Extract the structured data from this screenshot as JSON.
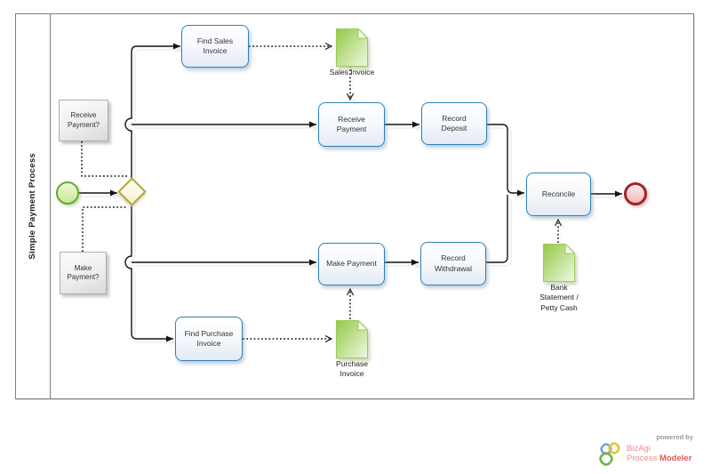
{
  "pool": {
    "title": "Simple Payment Process"
  },
  "annotations": {
    "receive": {
      "label": "Receive\nPayment?"
    },
    "make": {
      "label": "Make\nPayment?"
    }
  },
  "tasks": {
    "find_sales": {
      "label": "Find Sales\nInvoice"
    },
    "receive_payment": {
      "label": "Receive\nPayment"
    },
    "record_deposit": {
      "label": "Record\nDeposit"
    },
    "make_payment": {
      "label": "Make Payment"
    },
    "record_withdrawal": {
      "label": "Record\nWithdrawal"
    },
    "find_purchase": {
      "label": "Find Purchase\nInvoice"
    },
    "reconcile": {
      "label": "Reconcile"
    }
  },
  "documents": {
    "sales_invoice": {
      "label": "Sales Invoice"
    },
    "purchase_invoice": {
      "label": "Purchase\nInvoice"
    },
    "bank_statement": {
      "label": "Bank\nStatement /\nPetty Cash"
    }
  },
  "branding": {
    "powered_by": "powered by",
    "name": "BizAgi",
    "product_normal": "Process ",
    "product_bold": "Modeler"
  },
  "colors": {
    "task_border": "#2e82b7",
    "start_event_border": "#66a92c",
    "end_event_border": "#a82025",
    "gateway_border": "#b1a93f",
    "document_green": "#98cb4e",
    "brand_red": "#df5a55",
    "pool_border": "#7e7e7e"
  }
}
